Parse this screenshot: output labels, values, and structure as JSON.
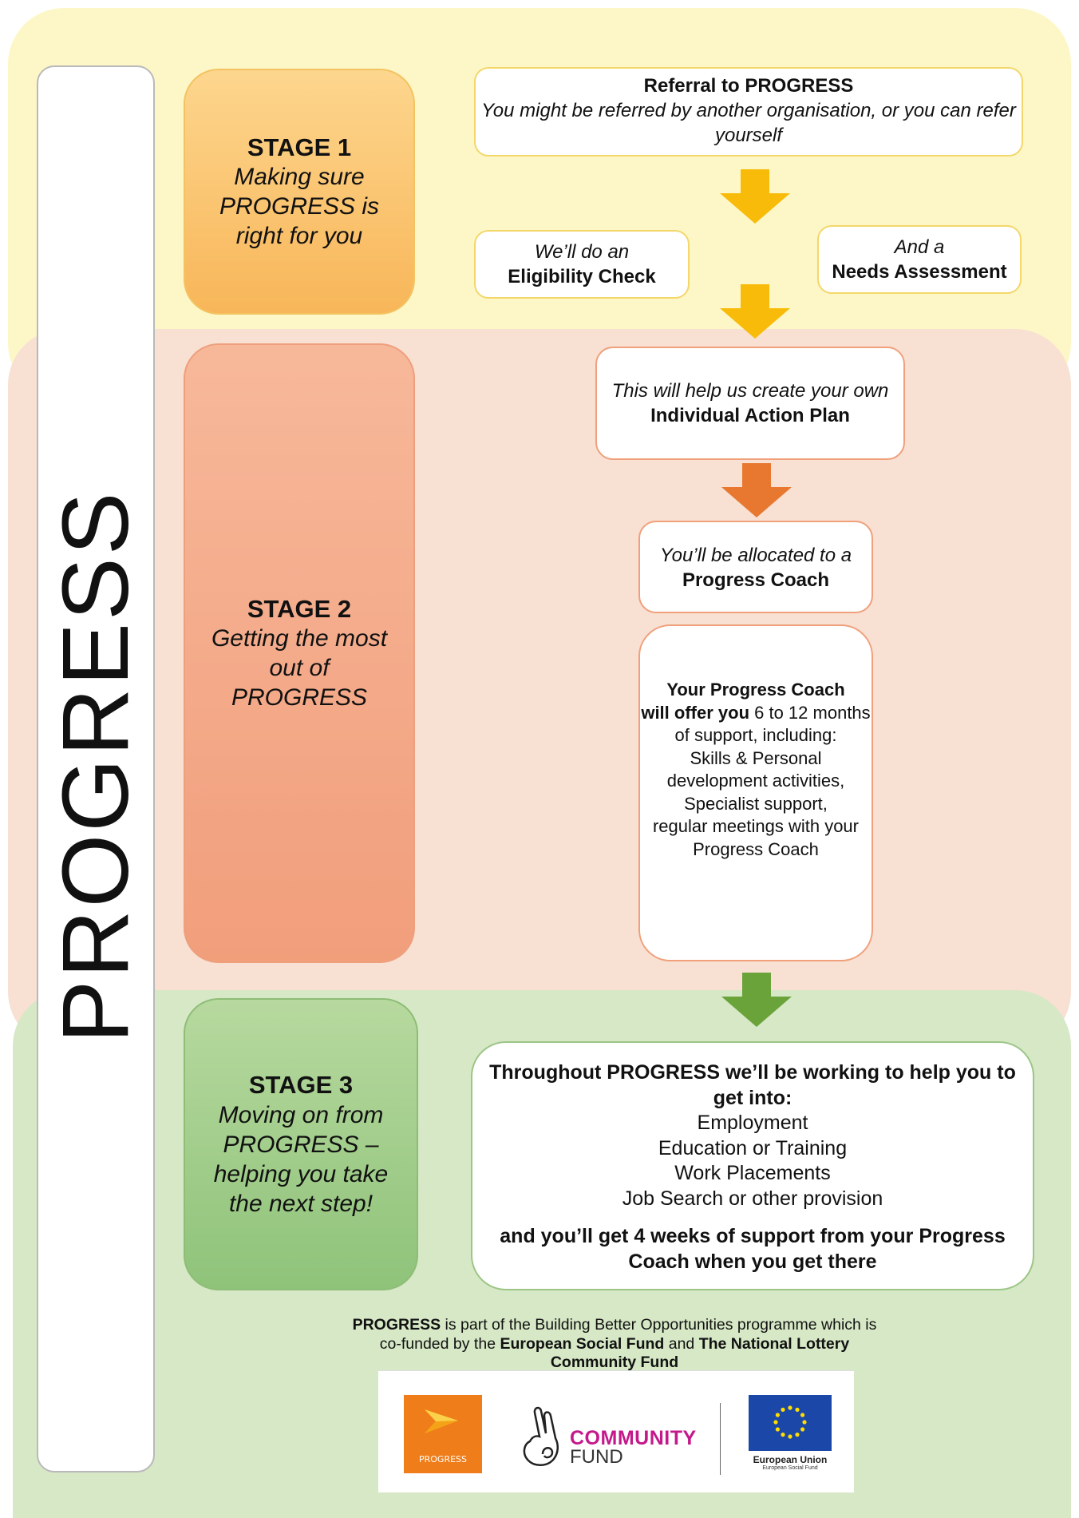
{
  "side_title": "PROGRESS",
  "stages": [
    {
      "title": "STAGE 1",
      "subtitle": "Making sure PROGRESS is right for you"
    },
    {
      "title": "STAGE 2",
      "subtitle": "Getting the most out of PROGRESS"
    },
    {
      "title": "STAGE 3",
      "subtitle": "Moving on from PROGRESS – helping you take the next step!"
    }
  ],
  "boxes": {
    "referral": {
      "title": "Referral to PROGRESS",
      "text": "You might be referred by another organisation, or you can refer yourself"
    },
    "eligibility": {
      "lead": "We’ll do an",
      "title": "Eligibility Check"
    },
    "needs": {
      "lead": "And a",
      "title": "Needs Assessment"
    },
    "action_plan": {
      "lead": "This will help us create your own",
      "title": "Individual Action Plan"
    },
    "coach": {
      "lead": "You’ll be allocated to a",
      "title": "Progress Coach"
    },
    "offer": {
      "bold1": "Your Progress Coach",
      "bold2": "will offer you",
      "rest": " 6 to 12 months of support, including:",
      "items": [
        "Skills & Personal development activities,",
        "Specialist support,",
        "regular meetings with your Progress Coach"
      ]
    },
    "throughout": {
      "intro": "Throughout PROGRESS we’ll be working to help you to get into:",
      "items": [
        "Employment",
        "Education or Training",
        "Work Placements",
        "Job Search or other provision"
      ],
      "closing": "and you’ll get 4 weeks of support from your Progress Coach when you get there"
    }
  },
  "footer": {
    "brand": "PROGRESS",
    "t1": " is part of the Building Better Opportunities programme which is co-funded by the ",
    "esf": "European Social Fund",
    "t2": " and ",
    "nlcf": "The National Lottery Community Fund"
  },
  "logos": {
    "progress": "PROGRESS",
    "community_fund_1": "COMMUNITY",
    "community_fund_2": "FUND",
    "eu_1": "European Union",
    "eu_2": "European Social Fund"
  },
  "colors": {
    "stage1": "#f8b659",
    "stage2": "#f19e7b",
    "stage3": "#8fc37a",
    "arrow_yellow": "#f8bb0a",
    "arrow_orange": "#e8782f",
    "arrow_green": "#6aa33a",
    "community_fund": "#c4198b",
    "eu_blue": "#1b47a8",
    "eu_star": "#ffdd00",
    "progress_logo": "#ee7d1a"
  }
}
